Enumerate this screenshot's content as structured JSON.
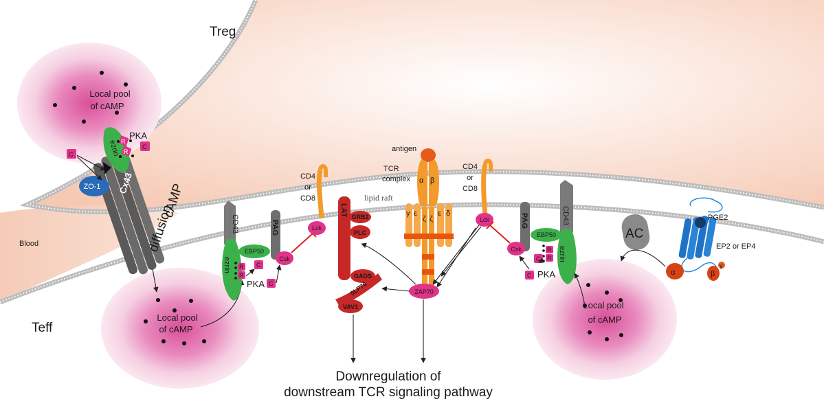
{
  "cells": {
    "treg": "Treg",
    "teff": "Teff",
    "blood": "Blood"
  },
  "pools": {
    "label_line1": "Local pool",
    "label_line2": "of cAMP"
  },
  "gap_junction": {
    "protein": "Cx43",
    "zo1": "ZO-1",
    "camp": "cAMP",
    "diffusion": "diffusion"
  },
  "pka": {
    "label": "PKA",
    "regulatory": "R",
    "catalytic": "C",
    "ezrin": "ezrin"
  },
  "membrane_complex": {
    "cd43": "CD43",
    "ebp50": "EBP50",
    "pag": "PAG",
    "csk": "Csk",
    "ezrin": "ezrin"
  },
  "coreceptor": {
    "line1": "CD4",
    "line2": "or",
    "line3": "CD8",
    "lck": "Lck"
  },
  "tcr": {
    "antigen": "antigen",
    "complex_line1": "TCR",
    "complex_line2": "complex",
    "alpha": "α",
    "beta": "β",
    "gamma": "γ",
    "epsilon": "ε",
    "zeta": "ζ",
    "delta": "δ",
    "lipid_raft": "lipid raft"
  },
  "signalosome": {
    "lat": "LAT",
    "grb2": "GRB2",
    "plc": "PLC",
    "gads": "GADS",
    "slp76": "SLP76",
    "vav1": "VAV1",
    "zap70": "ZAP70"
  },
  "gpcr": {
    "ac": "AC",
    "pge2": "PGE2",
    "receptor": "EP2 or EP4",
    "galpha": "α",
    "gbeta": "β",
    "gamma": "γ"
  },
  "outcome": {
    "line1": "Downregulation of",
    "line2": "downstream TCR signaling pathway"
  },
  "colors": {
    "membrane": "#c8c8c8",
    "pool": "#d94f9a",
    "ezrin": "#3cb04a",
    "lck": "#e0338a",
    "lat": "#c62828",
    "tcr": "#f39a2c",
    "gpcr": "#1e73c8",
    "cx43": "#5c5c5c"
  }
}
